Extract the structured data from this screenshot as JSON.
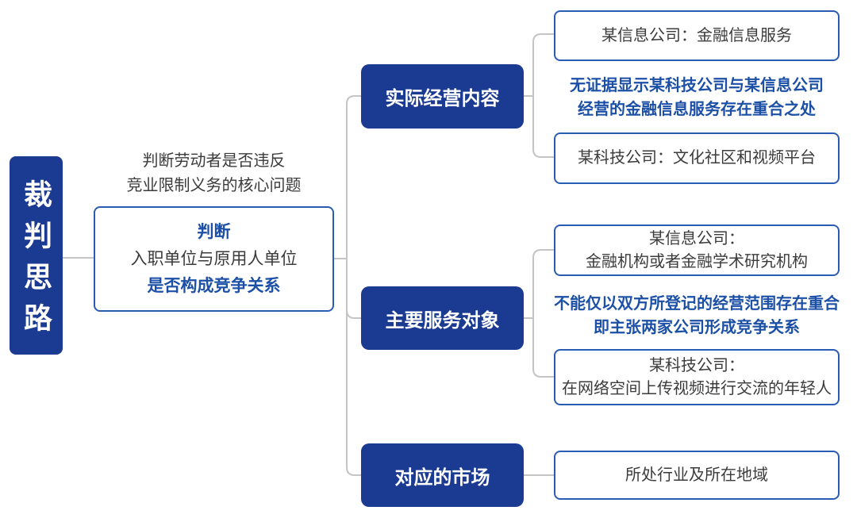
{
  "colors": {
    "node_fill": "#1b3a91",
    "box_border": "#2b5cb4",
    "accent_text": "#1c50a6",
    "dark_text": "#3b3b3b",
    "connector": "#c4c4c4"
  },
  "root": {
    "label": "裁判思路"
  },
  "center": {
    "note": {
      "line1": "判断劳动者是否违反",
      "line2": "竞业限制义务的核心问题"
    },
    "box": {
      "line1": "判断",
      "line2": "入职单位与原用人单位",
      "line3": "是否构成竞争关系"
    }
  },
  "branches": [
    {
      "label": "实际经营内容",
      "top_item": {
        "line1": "某信息公司：金融信息服务"
      },
      "note": {
        "line1": "无证据显示某科技公司与某信息公司",
        "line2": "经营的金融信息服务存在重合之处"
      },
      "bottom_item": {
        "line1": "某科技公司：文化社区和视频平台"
      }
    },
    {
      "label": "主要服务对象",
      "top_item": {
        "line1": "某信息公司：",
        "line2": "金融机构或者金融学术研究机构"
      },
      "note": {
        "line1": "不能仅以双方所登记的经营范围存在重合",
        "line2": "即主张两家公司形成竞争关系"
      },
      "bottom_item": {
        "line1": "某科技公司：",
        "line2": "在网络空间上传视频进行交流的年轻人"
      }
    },
    {
      "label": "对应的市场",
      "item": {
        "line1": "所处行业及所在地域"
      }
    }
  ]
}
